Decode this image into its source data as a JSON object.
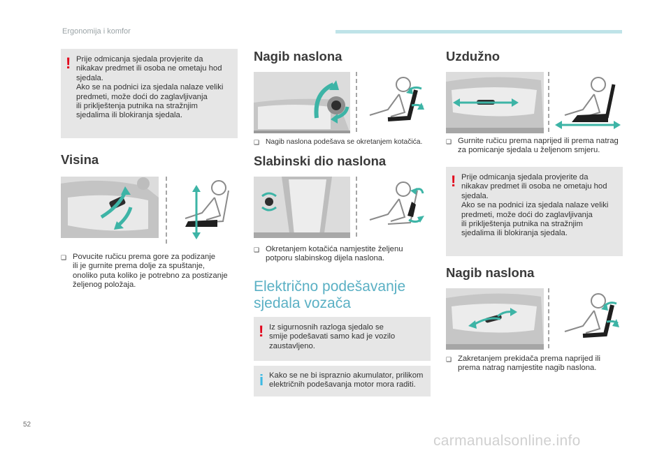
{
  "header": {
    "title": "Ergonomija i komfor"
  },
  "page_number": "52",
  "watermark": "carmanualsonline.info",
  "colors": {
    "accent": "#5ab0c4",
    "header_bar": "#bfe3e8",
    "warning": "#e2001a",
    "info": "#3cb9e3",
    "box": "#e6e6e6"
  },
  "col1": {
    "warning_text": "Prije odmicanja sjedala provjerite da\nnikakav predmet ili osoba ne ometaju hod\nsjedala.\nAko se na podnici iza sjedala nalaze veliki\npredmeti, može doći do zaglavljivanja\nili priklještenja putnika na stražnjim\nsjedalima ili blokiranja sjedala.",
    "visina_title": "Visina",
    "visina_bullet": "Povucite ručicu prema gore za podizanje\nili je gurnite prema dolje za spuštanje,\nonoliko puta koliko je potrebno za postizanje\nželjenog položaja."
  },
  "col2": {
    "nagib_title": "Nagib naslona",
    "nagib_bullet": "Nagib naslona podešava se okretanjem kotačića.",
    "slabinski_title": "Slabinski dio naslona",
    "slabinski_bullet": "Okretanjem kotačića namjestite željenu\npotporu slabinskog dijela naslona.",
    "electric_title": "Električno podešavanje\nsjedala vozača",
    "warning_text": "Iz sigurnosnih razloga sjedalo se\nsmije podešavati samo kad je vozilo\nzaustavljeno.",
    "info_text": "Kako se ne bi ispraznio akumulator, prilikom\nelektričnih podešavanja motor mora raditi."
  },
  "col3": {
    "uzduzno_title": "Uzdužno",
    "uzduzno_bullet": "Gurnite ručicu prema naprijed ili prema natrag\nza pomicanje sjedala u željenom smjeru.",
    "warning_text": "Prije odmicanja sjedala provjerite da\nnikakav predmet ili osoba ne ometaju hod\nsjedala.\nAko se na podnici iza sjedala nalaze veliki\npredmeti, može doći do zaglavljivanja\nili priklještenja putnika na stražnjim\nsjedalima ili blokiranja sjedala.",
    "nagib_title": "Nagib naslona",
    "nagib_bullet": "Zakretanjem prekidača prema naprijed ili\nprema natrag namjestite nagib naslona."
  },
  "symbols": {
    "warning": "!",
    "info": "i",
    "bullet": "❑"
  }
}
